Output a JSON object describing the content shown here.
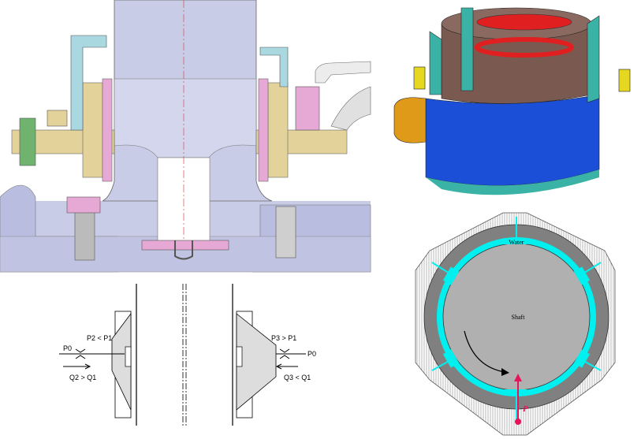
{
  "panels": {
    "cad_section": {},
    "cutaway_3d": {},
    "pressure_diagram": {
      "left": {
        "pressure_label": "P2 < P1",
        "inlet_label": "P0",
        "flow_label": "Q2 > Q1"
      },
      "right": {
        "pressure_label": "P3 > P1",
        "inlet_label": "P0",
        "flow_label": "Q3 < Q1"
      }
    },
    "bearing_cross_section": {
      "water_label": "Water",
      "shaft_label": "Shaft",
      "load_label": "P"
    }
  },
  "colors": {
    "cad_bg": "#dfe0ef",
    "shaft": "#c9cce6",
    "flange": "#e3d29a",
    "pink": "#e6a8d4",
    "water": "#00f0f0",
    "shaft_gray": "#b0b0b0",
    "ring_gray": "#808080",
    "load_red": "#e8145a",
    "body_brown": "#7a5a50",
    "body_blue": "#1c4fd8",
    "frame_teal": "#3ab3a6"
  }
}
